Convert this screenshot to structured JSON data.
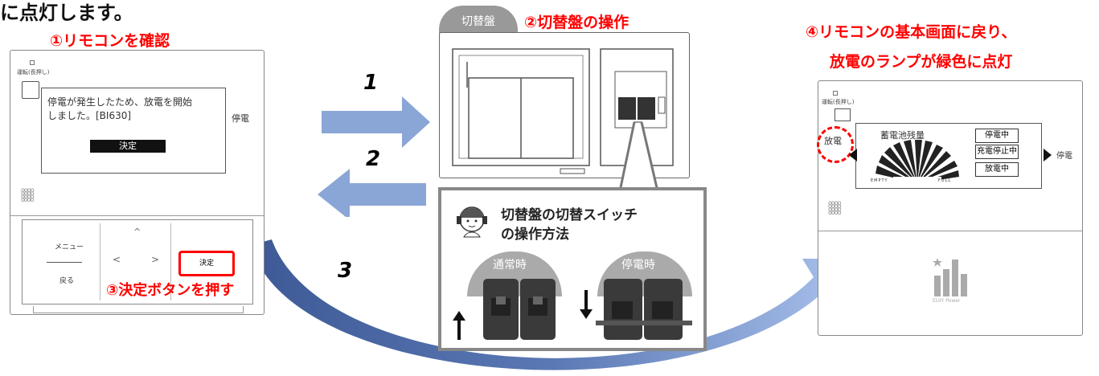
{
  "top_text": "に点灯します。",
  "step1": {
    "caption": "①リモコンを確認"
  },
  "step2": {
    "caption": "②切替盤の操作",
    "tab_label": "切替盤"
  },
  "step3": {
    "caption": "③決定ボタンを押す"
  },
  "step4": {
    "caption_line1": "④リモコンの基本画面に戻り、",
    "caption_line2": "放電のランプが緑色に点灯"
  },
  "arrows": {
    "one": "1",
    "two": "2",
    "three": "3"
  },
  "remote1": {
    "run_label": "運転(長押し)",
    "message_line1": "停電が発生したため、放電を開始",
    "message_line2": "しました。[BI630]",
    "confirm_screen": "決定",
    "side_label": "停電",
    "menu_label": "メニュー",
    "back_label": "戻る",
    "up_glyph": "^",
    "left_glyph": "<",
    "right_glyph": ">",
    "confirm_button": "決定"
  },
  "howto": {
    "title_line1": "切替盤の切替スイッチ",
    "title_line2": "の操作方法",
    "normal_label": "通常時",
    "outage_label": "停電時"
  },
  "remote2": {
    "run_label": "運転(長押し)",
    "discharge_label": "放電",
    "battery_label": "蓄電池残量",
    "empty_label": "EMPTY",
    "full_label": "FULL",
    "status1": "停電中",
    "status2": "充電停止中",
    "status3": "放電中",
    "side_label": "停電",
    "brand": "ELIIY Power"
  },
  "colors": {
    "arrow_blue": "#8aa6d6",
    "arrow_dark": "#3e5a96",
    "accent_red": "#ff0000"
  }
}
